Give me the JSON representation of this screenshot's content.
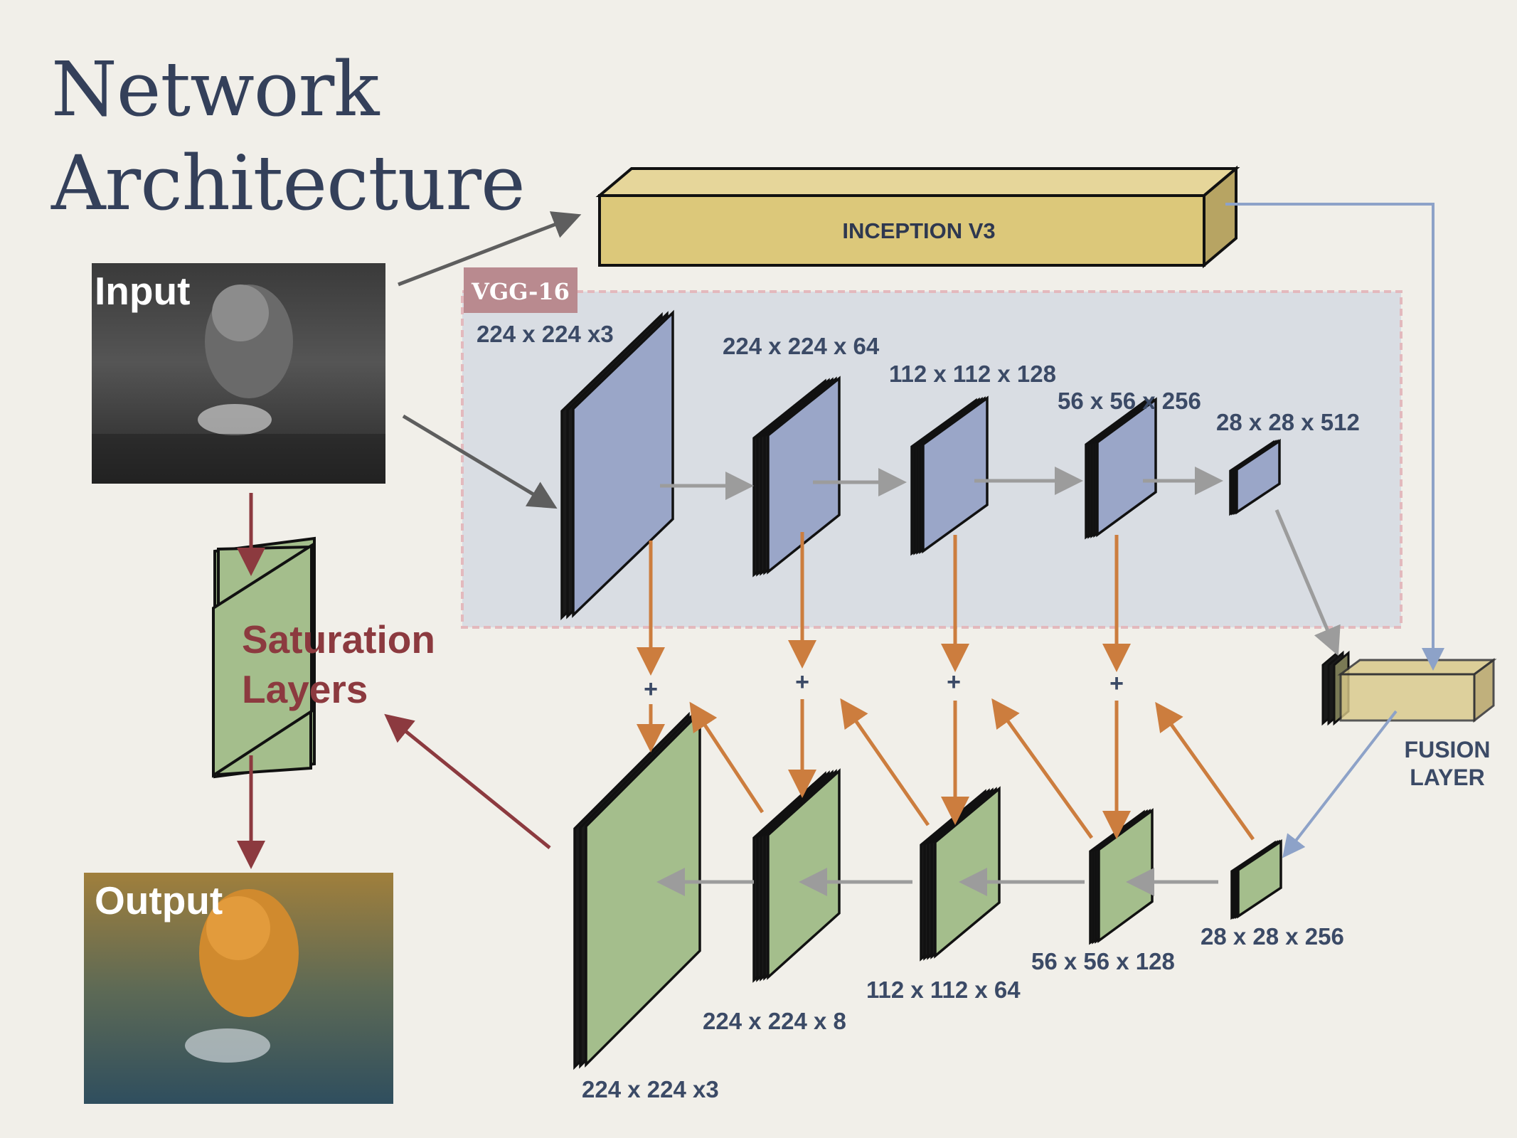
{
  "title": {
    "line1": "Network",
    "line2": "Architecture"
  },
  "images": {
    "input_label": "Input",
    "output_label": "Output"
  },
  "inception": {
    "label": "INCEPTION V3"
  },
  "vgg": {
    "tag": "VGG-16",
    "layers": [
      "224 x 224 x3",
      "224 x 224 x 64",
      "112 x 112 x 128",
      "56 x 56 x 256",
      "28 x 28 x 512"
    ]
  },
  "decoder": {
    "layers": [
      "224 x 224 x3",
      "224 x 224 x 8",
      "112 x 112 x 64",
      "56 x 56 x 128",
      "28 x 28 x 256"
    ]
  },
  "saturation": {
    "line1": "Saturation",
    "line2": "Layers"
  },
  "fusion": {
    "line1": "FUSION",
    "line2": "LAYER"
  },
  "plus_sign": "+",
  "colors": {
    "encoder_blue": "#9aa6c8",
    "decoder_green": "#a4be8c",
    "inception_yellow": "#dcc87a",
    "vgg_box": "#d9dde3",
    "vgg_tag": "#b98a8f",
    "skip_orange": "#cc7d3e",
    "flow_gray": "#9c9c9c",
    "inception_line": "#8da2c8",
    "saturation_red": "#8c3a3f",
    "label_navy": "#3b4a66"
  }
}
